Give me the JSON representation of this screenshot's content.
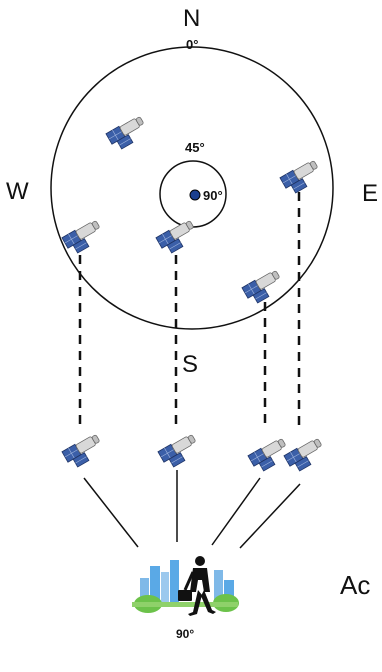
{
  "compass": {
    "north": "N",
    "south": "S",
    "east": "E",
    "west": "W",
    "north_degree": "0°"
  },
  "elevation_rings": {
    "outer_ring_degree": "0°",
    "inner_ring_degree": "45°",
    "zenith_degree": "90°"
  },
  "observer": {
    "elevation_label": "90°"
  },
  "cut_off_text": "Ac",
  "icons": {
    "satellite": "satellite-icon",
    "person": "walking-businessman-icon",
    "city": "city-skyline-icon",
    "zenith": "zenith-dot-icon"
  },
  "colors": {
    "line": "#111111",
    "satellite_panel": "#3b5fa8",
    "satellite_body": "#d8d8d8",
    "zenith_dot": "#1a3f8f",
    "city_blue": "#5aa9e6",
    "city_green": "#6cc24a"
  }
}
